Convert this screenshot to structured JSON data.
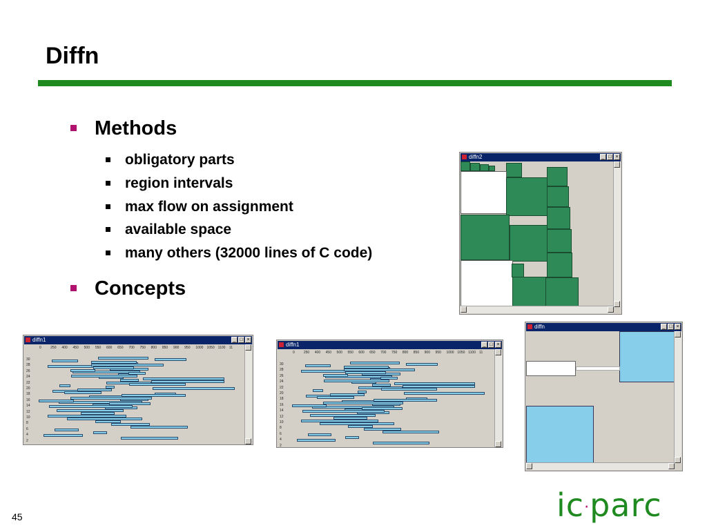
{
  "slide": {
    "title": "Diffn",
    "page_number": "45",
    "logo": {
      "left": "ic",
      "sep": "·",
      "right": "parc"
    }
  },
  "bullets": [
    {
      "label": "Methods",
      "children": [
        "obligatory parts",
        "region intervals",
        "max flow on assignment",
        "available space",
        "many others (32000 lines of C code)"
      ]
    },
    {
      "label": "Concepts",
      "children": []
    }
  ],
  "windows": {
    "diffn2": {
      "title": "diffn2"
    },
    "diffn1_left": {
      "title": "diffn1"
    },
    "diffn1_mid": {
      "title": "diffn1"
    },
    "diffn": {
      "title": "diffn"
    }
  },
  "gantt_axis": [
    "0",
    "250",
    "400",
    "450",
    "500",
    "550",
    "600",
    "650",
    "700",
    "750",
    "800",
    "850",
    "900",
    "950",
    "1000",
    "1050",
    "1100",
    "11"
  ],
  "gantt_rows": [
    "30",
    "28",
    "26",
    "24",
    "22",
    "20",
    "18",
    "16",
    "14",
    "12",
    "10",
    "8",
    "6",
    "4",
    "2"
  ],
  "colors": {
    "accent_green": "#1f8a1f",
    "bullet_magenta": "#b0106e",
    "box_green": "#2e8b57",
    "box_blue": "#87ceeb",
    "titlebar": "#0a246a"
  }
}
